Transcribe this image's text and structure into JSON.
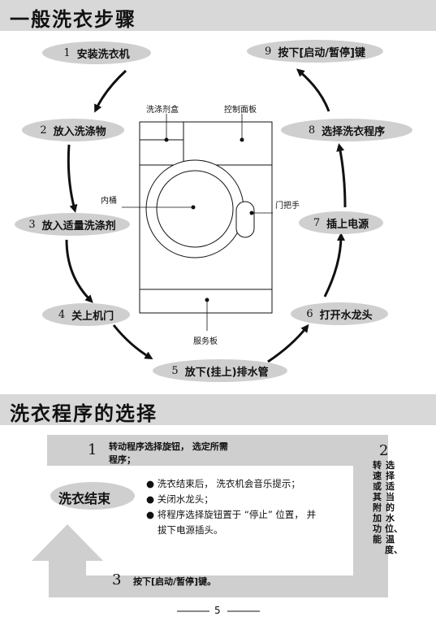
{
  "section1": {
    "title": "一般洗衣步骤"
  },
  "steps": [
    {
      "num": "1",
      "label": "安装洗衣机"
    },
    {
      "num": "2",
      "label": "放入洗涤物"
    },
    {
      "num": "3",
      "label": "放入适量洗涤剂"
    },
    {
      "num": "4",
      "label": "关上机门"
    },
    {
      "num": "5",
      "label": "放下(挂上)排水管"
    },
    {
      "num": "6",
      "label": "打开水龙头"
    },
    {
      "num": "7",
      "label": "插上电源"
    },
    {
      "num": "8",
      "label": "选择洗衣程序"
    },
    {
      "num": "9",
      "label": "按下[启动/暂停]键"
    }
  ],
  "machine_labels": {
    "detergent_box": "洗涤剂盒",
    "control_panel": "控制面板",
    "inner_drum": "内桶",
    "door_handle": "门把手",
    "service_panel": "服务板"
  },
  "section2": {
    "title": "洗衣程序的选择"
  },
  "program": {
    "step1_num": "1",
    "step1_line1": "转动程序选择旋钮， 选定所需",
    "step1_line2": "程序；",
    "step2_num": "2",
    "step2_col1": "转速或其附加功能",
    "step2_col2": "选择适当的水位、温度、",
    "step3_num": "3",
    "step3_text": "按下[启动/暂停]键。",
    "end_label": "洗衣结束",
    "bullets": [
      "洗衣结束后， 洗衣机会音乐提示；",
      "关闭水龙头；",
      "将程序选择旋钮置于 “停止” 位置， 并",
      "拔下电源插头。"
    ]
  },
  "page_number": "5"
}
